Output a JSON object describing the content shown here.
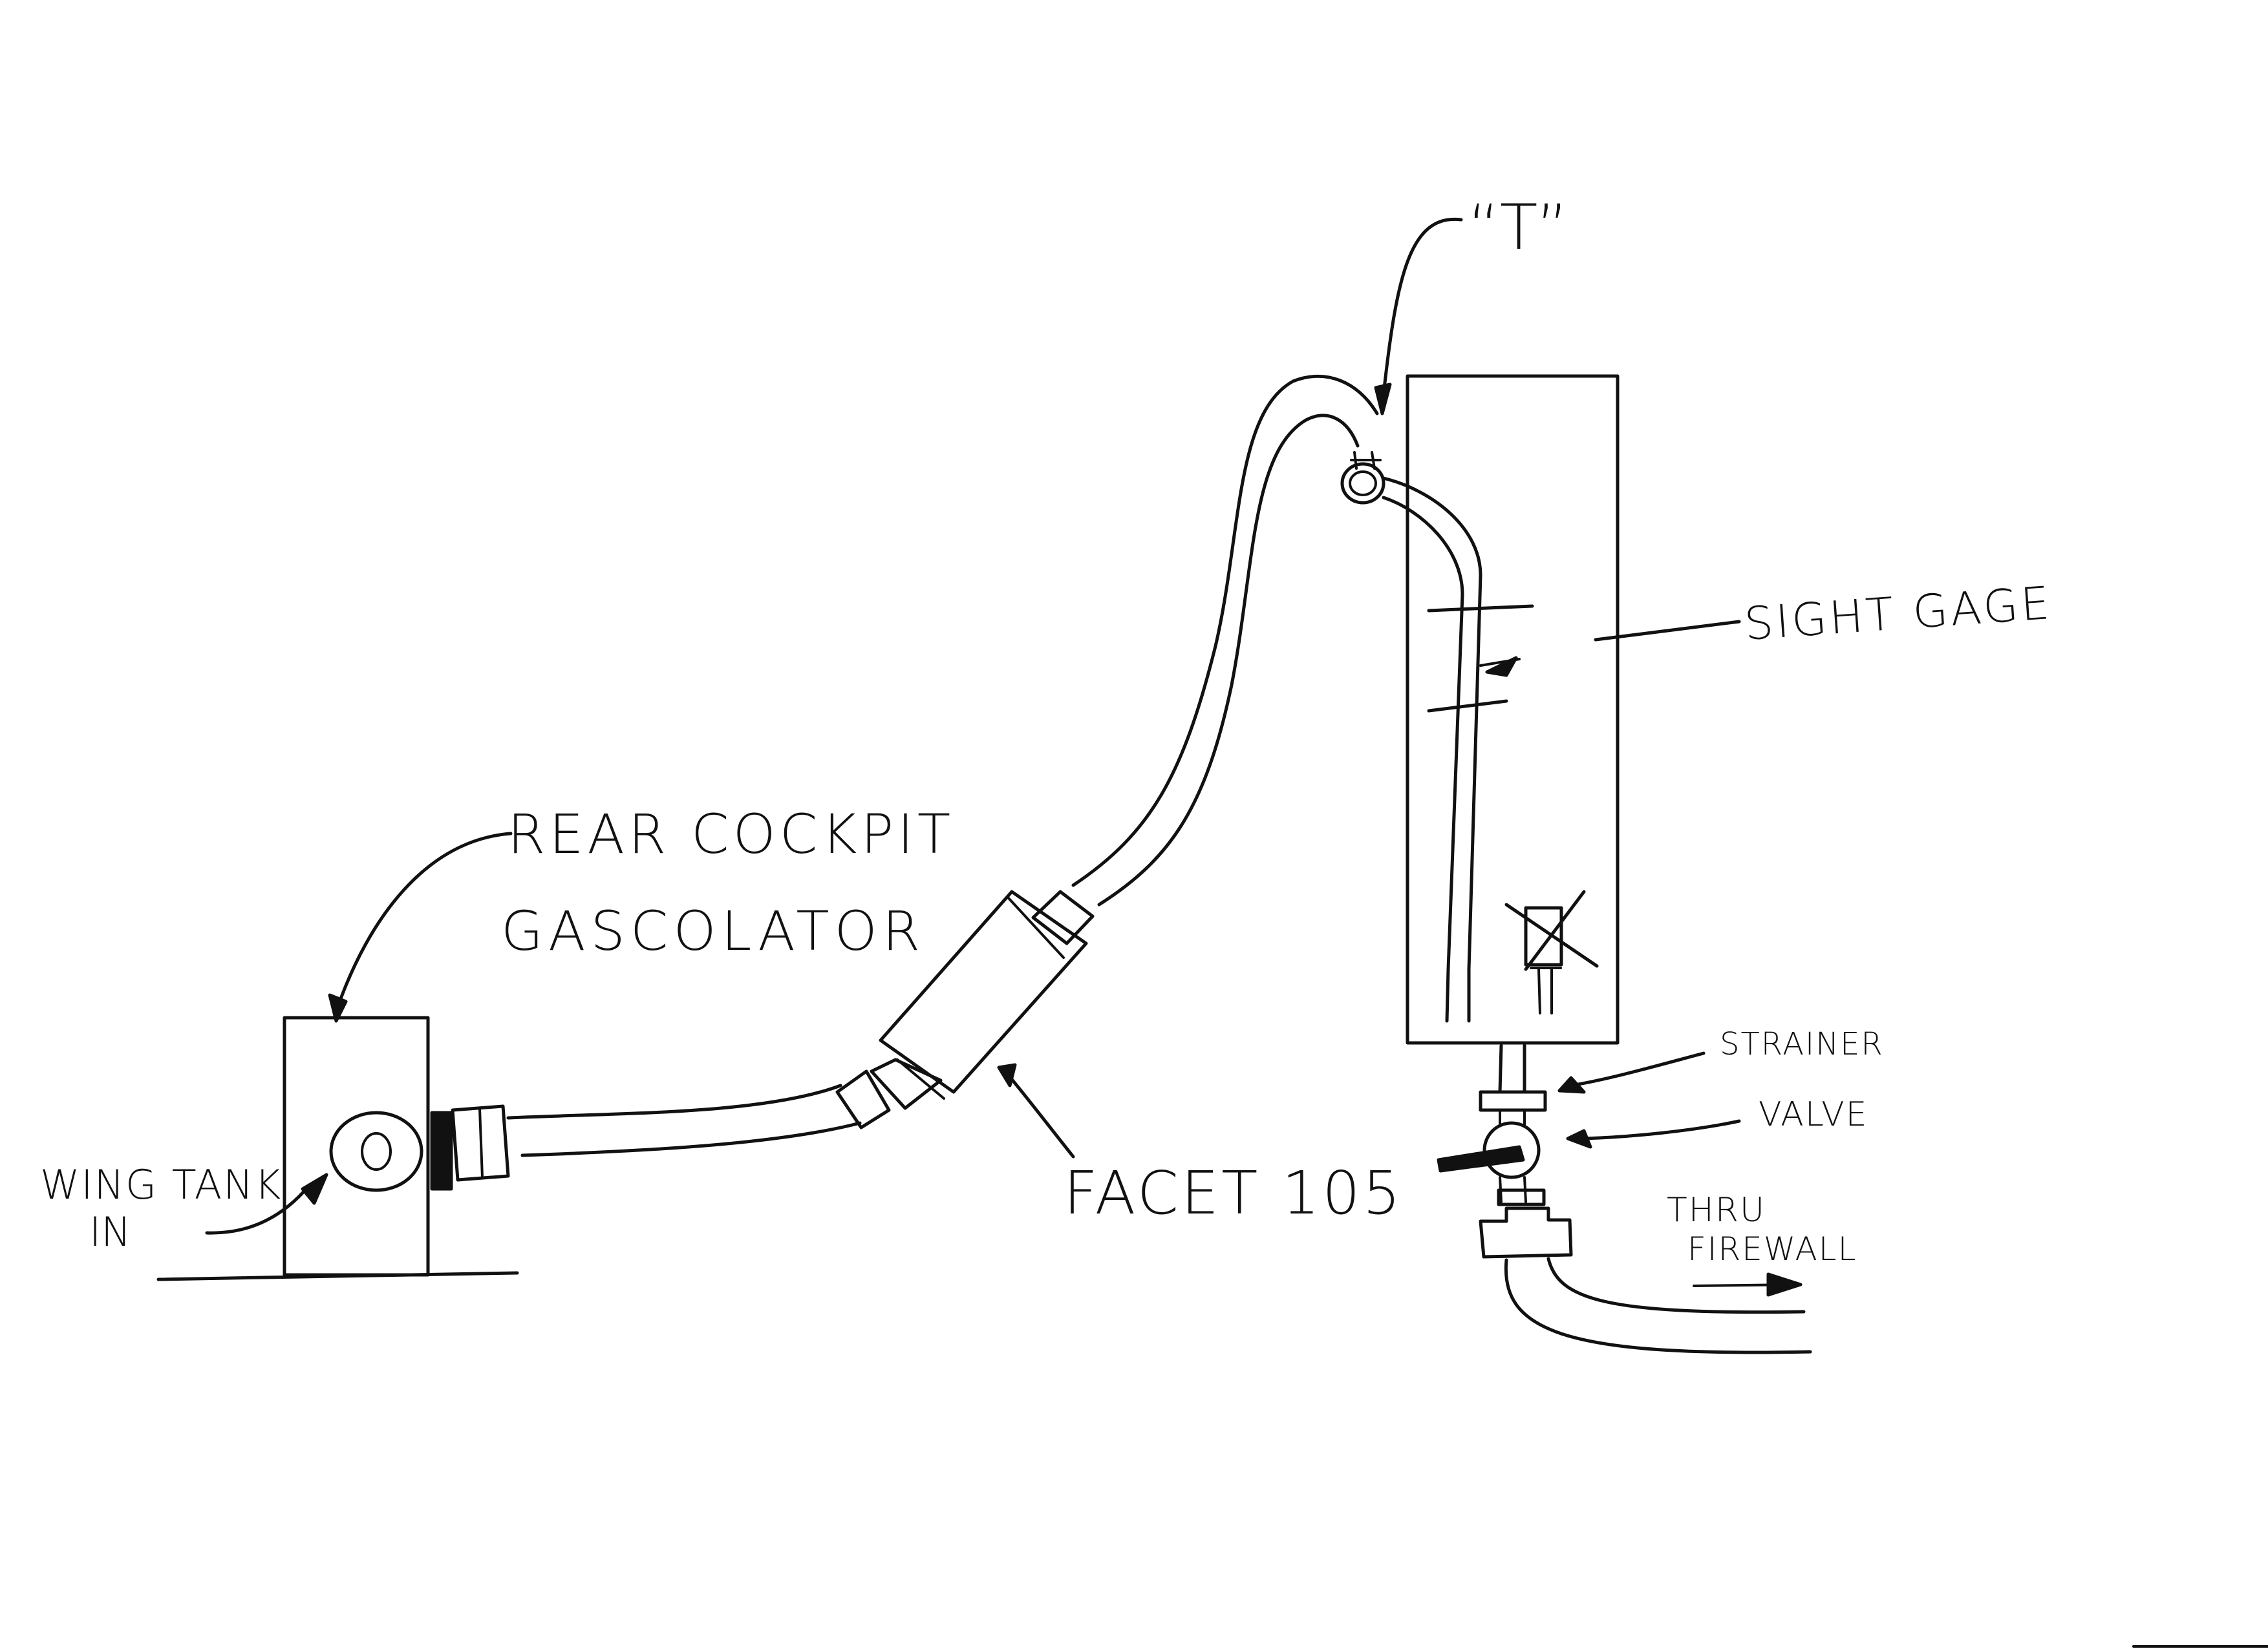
{
  "labels": {
    "tee": "“T”",
    "sight_gage": "SIGHT GAGE",
    "gascolator_line1": "REAR COCKPIT",
    "gascolator_line2": "GASCOLATOR",
    "wing_tank_line1": "WING TANK",
    "wing_tank_line2": "IN",
    "facet": "FACET 105",
    "strainer": "STRAINER",
    "valve": "VALVE",
    "thru_line1": "THRU",
    "thru_line2": "FIREWALL"
  }
}
